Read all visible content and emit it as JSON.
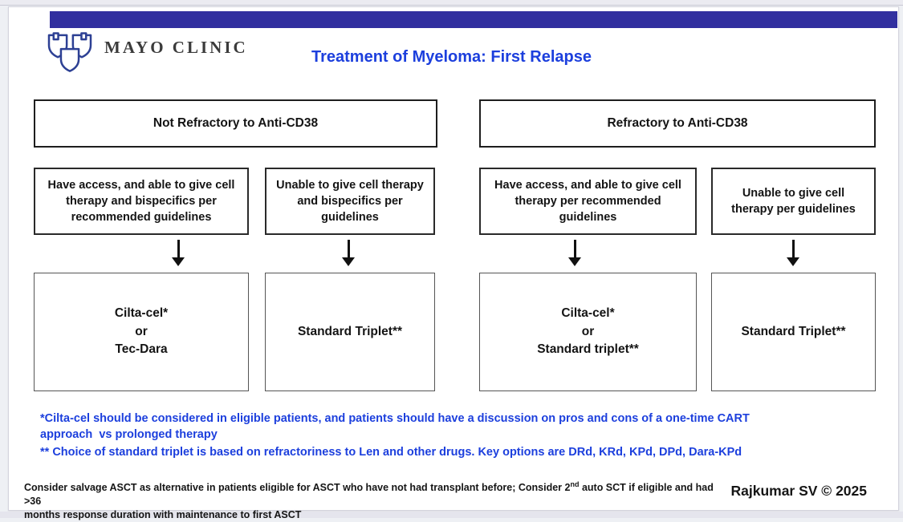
{
  "slide": {
    "logo_text": "MAYO CLINIC",
    "title": "Treatment of Myeloma: First Relapse"
  },
  "flowchart": {
    "branches": [
      {
        "header": "Not Refractory to Anti-CD38",
        "paths": [
          {
            "criteria": "Have access, and able to give cell therapy and bispecifics per recommended guidelines",
            "treatment": "Cilta-cel*\nor\nTec-Dara"
          },
          {
            "criteria": "Unable to give cell therapy and bispecifics per guidelines",
            "treatment": "Standard Triplet**"
          }
        ]
      },
      {
        "header": "Refractory to Anti-CD38",
        "paths": [
          {
            "criteria": "Have access, and able to give cell therapy per recommended guidelines",
            "treatment": "Cilta-cel*\nor\nStandard triplet**"
          },
          {
            "criteria": "Unable to give cell therapy per guidelines",
            "treatment": "Standard Triplet**"
          }
        ]
      }
    ]
  },
  "footnotes": {
    "blue_1": "*Cilta-cel should be considered in eligible patients, and patients should have a discussion on pros and cons of a one-time CART\napproach  vs prolonged therapy",
    "blue_2": "** Choice of standard triplet is based on refractoriness to Len and other drugs. Key options are DRd, KRd, KPd, DPd, Dara-KPd",
    "black_line1_pre_sup": "Consider salvage ASCT as alternative in patients eligible for ASCT who have not had transplant before; Consider 2",
    "black_sup": "nd",
    "black_line1_post_sup": " auto SCT if eligible and had >36",
    "black_line2": "months response duration with maintenance to first ASCT"
  },
  "credit": "Rajkumar SV © 2025",
  "colors": {
    "accent_bar_blue": "#312f9f",
    "title_blue": "#1c3fdd",
    "logo_blue": "#2d4094",
    "box_border_black": "#1e1e1e"
  }
}
